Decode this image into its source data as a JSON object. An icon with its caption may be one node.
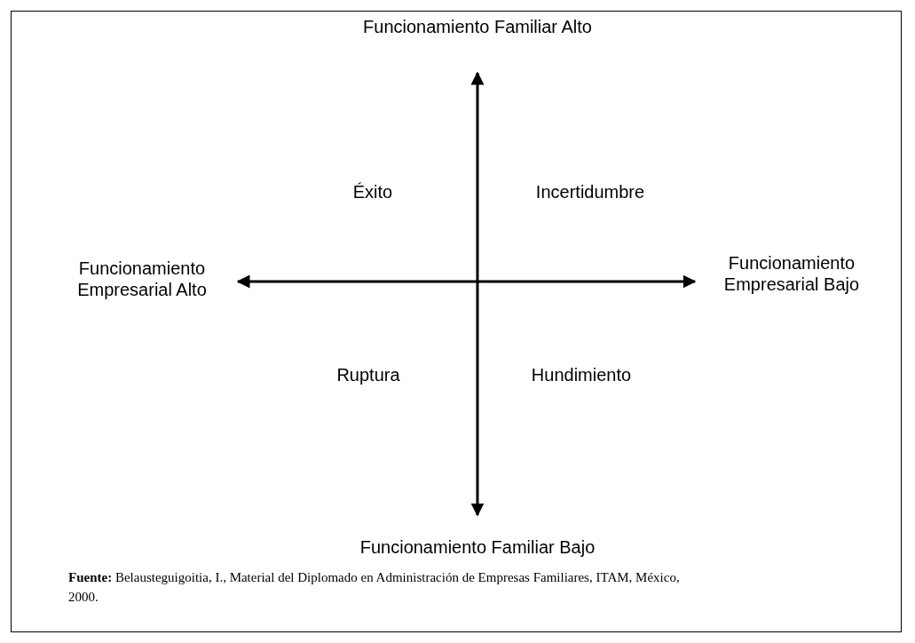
{
  "diagram": {
    "caption": "**Fuente:** Belausteguigoitia, I., Material del Diplomado en Administración de Empresas Familiares, ITAM, México,  2000.",
    "labels": [
      "Funcionamiento Familiar Alto",
      "Éxito",
      "Incertidumbre",
      "Funcionamiento Empresarial Alto",
      "Funcionamiento Empresarial Bajo",
      "Ruptura",
      "Hundimiento",
      "Funcionamiento Familiar Bajo"
    ]
  }
}
